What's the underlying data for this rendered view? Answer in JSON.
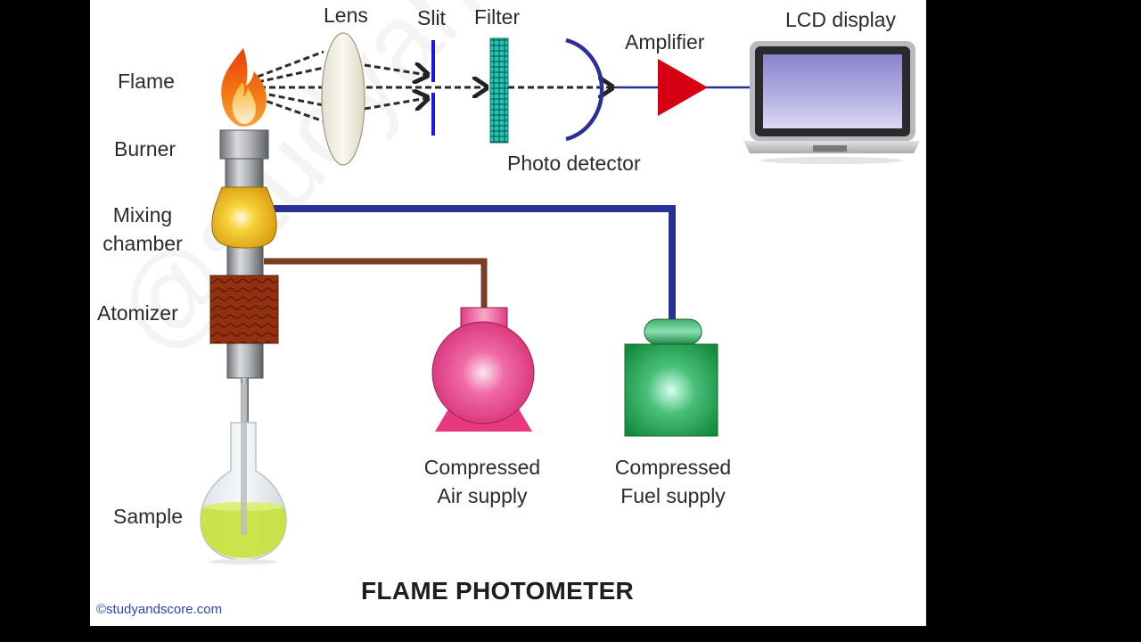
{
  "diagram": {
    "title": "FLAME PHOTOMETER",
    "credit": "©studyandscore.com",
    "watermark": "@studyandscore.com",
    "labels": {
      "flame": "Flame",
      "burner": "Burner",
      "mixing_chamber_line1": "Mixing",
      "mixing_chamber_line2": "chamber",
      "atomizer": "Atomizer",
      "sample": "Sample",
      "lens": "Lens",
      "slit": "Slit",
      "filter": "Filter",
      "photo_detector": "Photo detector",
      "amplifier": "Amplifier",
      "lcd_display": "LCD display",
      "air_supply_line1": "Compressed",
      "air_supply_line2": "Air supply",
      "fuel_supply_line1": "Compressed",
      "fuel_supply_line2": "Fuel supply"
    },
    "connections": [
      {
        "from": "Flame",
        "to": "Lens",
        "type": "light-rays"
      },
      {
        "from": "Lens",
        "to": "Slit",
        "type": "light-rays"
      },
      {
        "from": "Slit",
        "to": "Filter",
        "type": "light-ray"
      },
      {
        "from": "Filter",
        "to": "Photo detector",
        "type": "light-ray"
      },
      {
        "from": "Photo detector",
        "to": "Amplifier",
        "type": "wire"
      },
      {
        "from": "Amplifier",
        "to": "LCD display",
        "type": "wire"
      },
      {
        "from": "Compressed Fuel supply",
        "to": "Mixing chamber",
        "type": "pipe"
      },
      {
        "from": "Compressed Air supply",
        "to": "Atomizer",
        "type": "pipe"
      },
      {
        "from": "Sample",
        "to": "Atomizer",
        "type": "capillary"
      }
    ],
    "colors": {
      "fuel_pipe": "#2a2f96",
      "air_pipe": "#7a3f22",
      "slit": "#1717e6",
      "detector": "#2b2f9a",
      "amplifier": "#d60012",
      "air_tank": "#e83c86",
      "fuel_tank": "#1e9a4c",
      "mixing_chamber": "#f2b81a",
      "atomizer": "#8a2a0e",
      "filter": "#1ba89a",
      "sample_liquid": "#c6e23a"
    }
  }
}
